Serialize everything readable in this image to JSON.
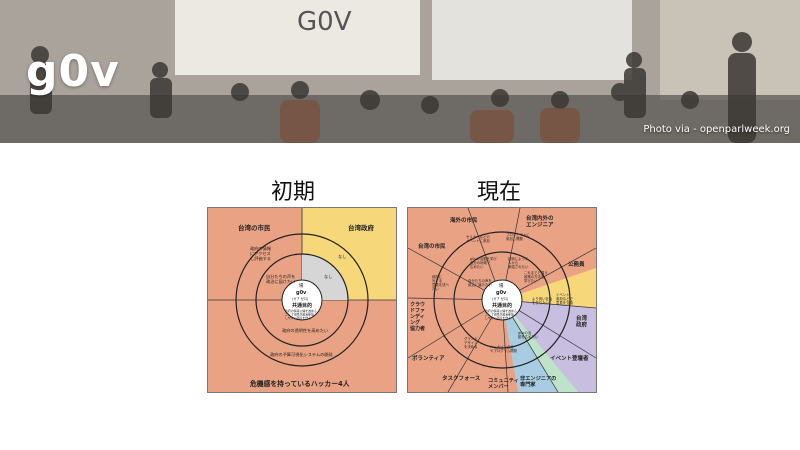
{
  "banner": {
    "brand": "g0v",
    "credit": "Photo via - openparlweek.org",
    "projection_logo": "G0V"
  },
  "headings": {
    "left": "初期",
    "right": "現在"
  },
  "left_diagram": {
    "quadrants": {
      "tl": "台湾の市民",
      "tr": "台湾政府",
      "bottom": "危機感を持っているハッカー4人"
    },
    "ring_labels": {
      "outer_tl": "政府の情報\nにアクセス\nし評価する",
      "inner_tl": "自分たちの声を\n政治に届けたい",
      "outer_tr": "なし",
      "inner_tr": "なし",
      "inner_bottom": "政府の透明性を高めたい",
      "outer_bottom": "政府の予算可視化システムの開発"
    },
    "center": {
      "line1": "場",
      "line2": "g0v",
      "line3": "(ガブ ゼロ)",
      "title": "共通目的",
      "body": "政府の情報公開を進める\nことで市民が政治参加\nしやすい環境を作る"
    }
  },
  "right_diagram": {
    "segments": [
      "海外の市民",
      "台湾内外の\nエンジニア",
      "公務員",
      "台湾\n政府",
      "イベント登壇者",
      "非エンジニアの\n専門家",
      "コミュニティ\nメンバー",
      "タスクフォース",
      "ボランティア",
      "クラウ\nドファ\nンディ\nング\n協力者",
      "台湾の市民"
    ],
    "ring_labels": [
      "セミナーなどの\nイベントに参加",
      "プロジェクトに\n参加し開発",
      "イベント\n参加などで\n意見を交換",
      "g0vの活動を学び\n自分の地域で\n広めたい",
      "技術によって\n人から\n承認されたい",
      "これまでと違う\n政策の方法を\n学びたい",
      "政府に\n対する\n意見を述べ\nたい",
      "自分たちの声を\n政治に届けたい",
      "より良い社会\nを作りたい",
      "ハッカソン企画\nやプログラム開発",
      "グランド\nデザイン\nを決める",
      "g0vの活\n動を広めたい"
    ],
    "center": {
      "line1": "場",
      "line2": "g0v",
      "line3": "(ガブ ゼロ)",
      "title": "共通目的",
      "body": "政府の情報公開を進める\nことで市民が政治参加\nしやすい環境を作る"
    }
  },
  "colors": {
    "salmon": "#eaa285",
    "yellow": "#f6d77a",
    "gray": "#d6d6d6",
    "purple": "#c8bfe0",
    "blue": "#a8cde3",
    "green": "#bfe3c8",
    "lines": "#333333"
  }
}
